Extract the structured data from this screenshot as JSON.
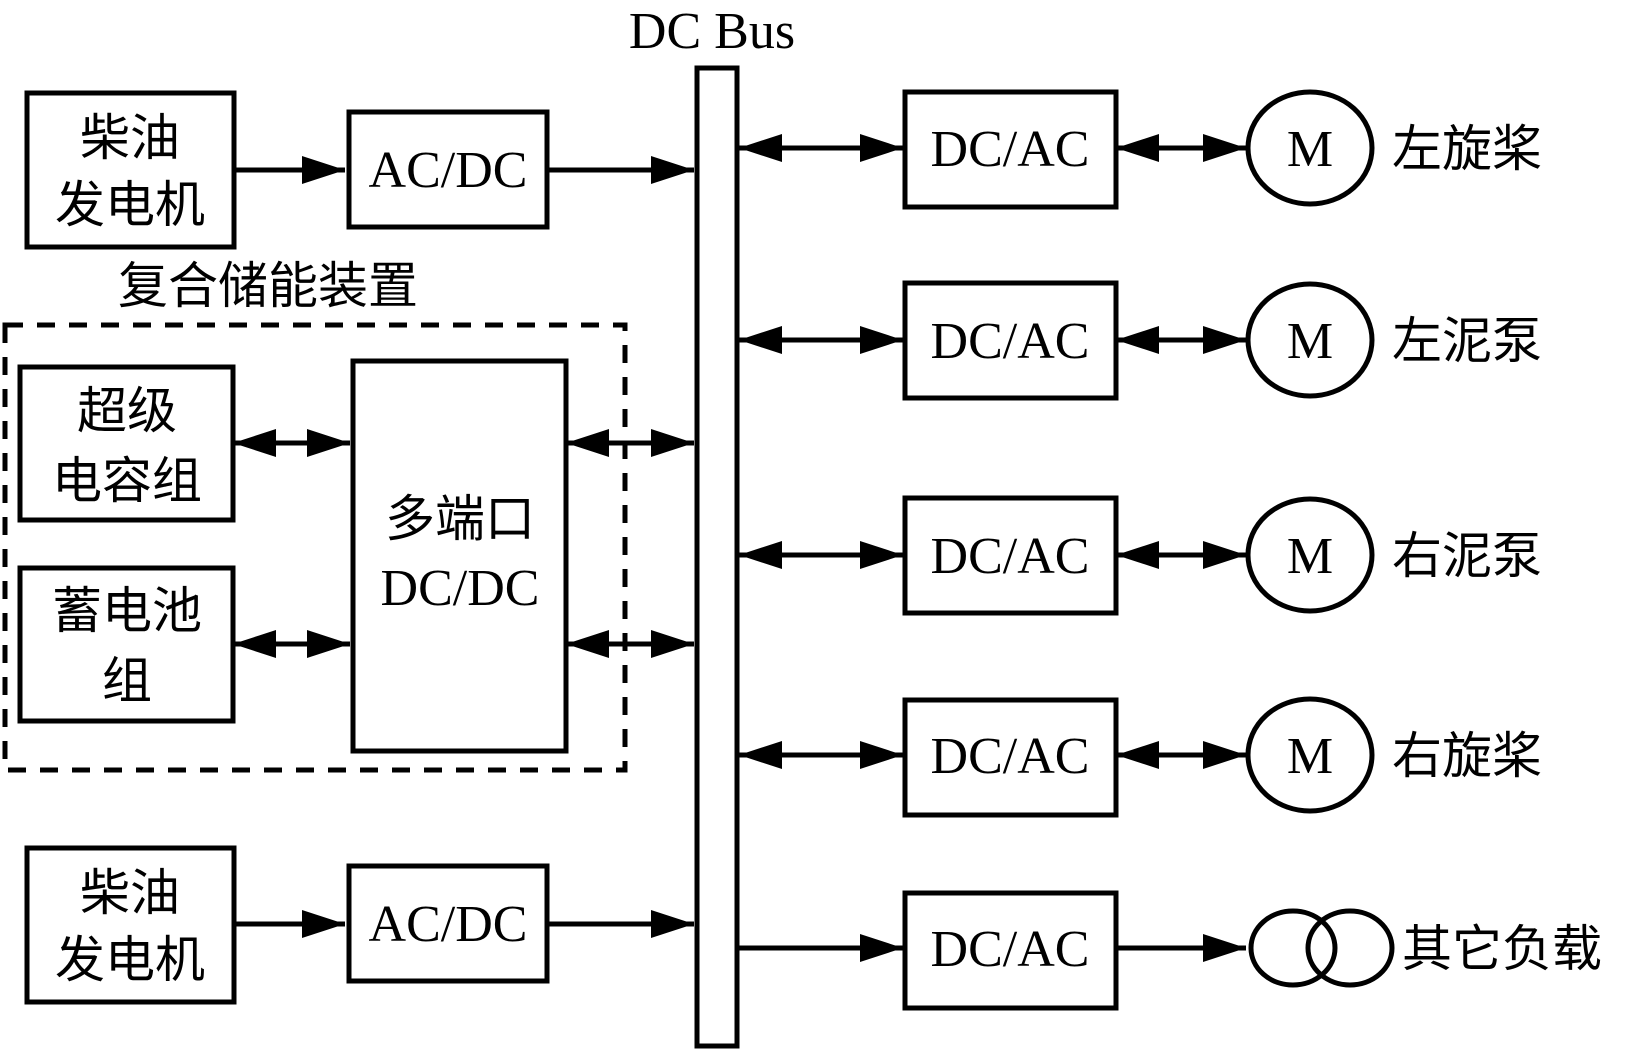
{
  "title": "DC Bus",
  "bus_label": "DC Bus",
  "energy_storage_label": "复合储能装置",
  "left": {
    "gen_top": {
      "line1": "柴油",
      "line2": "发电机"
    },
    "acdc_top": "AC/DC",
    "supercap": {
      "line1": "超级",
      "line2": "电容组"
    },
    "battery": {
      "line1": "蓄电池",
      "line2": "组"
    },
    "multiport": {
      "line1": "多端口",
      "line2": "DC/DC"
    },
    "gen_bottom": {
      "line1": "柴油",
      "line2": "发电机"
    },
    "acdc_bottom": "AC/DC"
  },
  "right": {
    "converters": [
      "DC/AC",
      "DC/AC",
      "DC/AC",
      "DC/AC",
      "DC/AC"
    ],
    "motor_symbol": "M",
    "loads": [
      "左旋桨",
      "左泥泵",
      "右泥泵",
      "右旋桨",
      "其它负载"
    ]
  }
}
